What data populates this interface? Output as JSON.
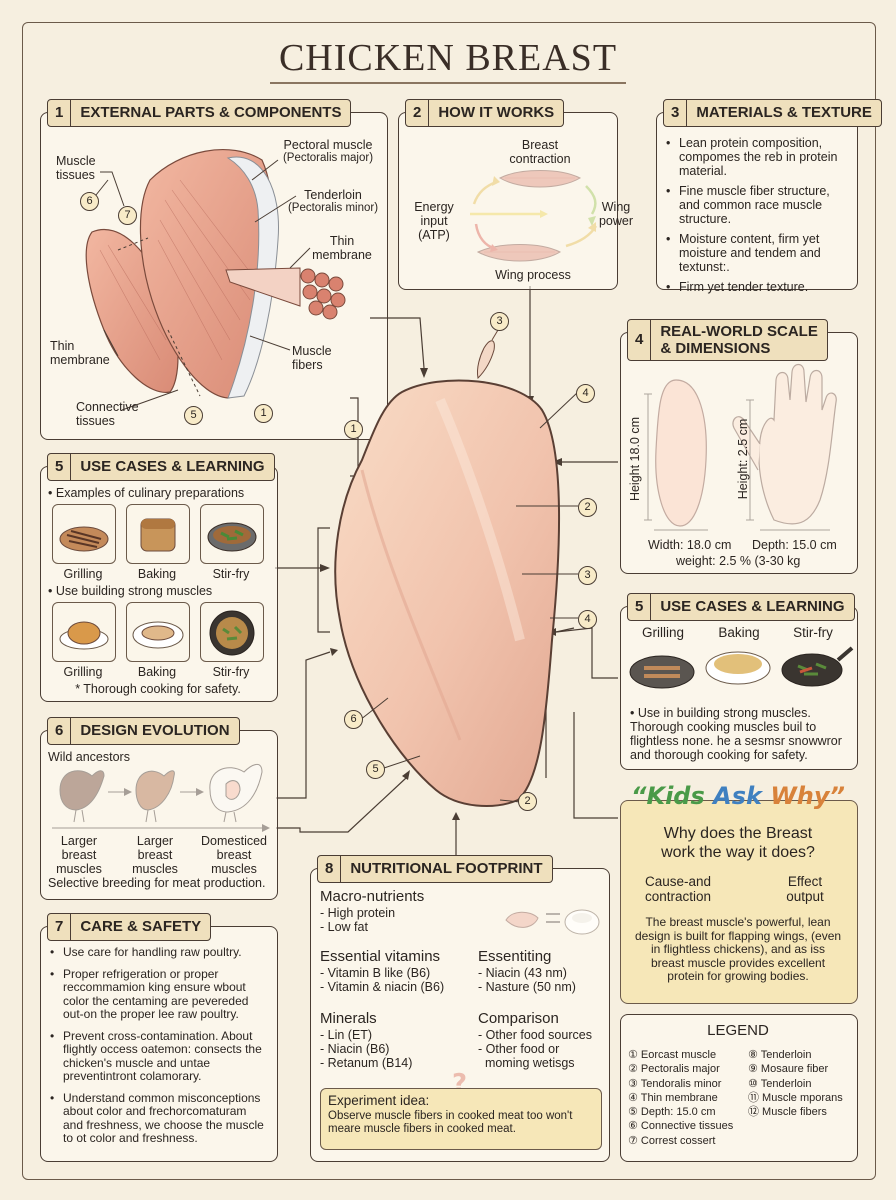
{
  "title": "CHICKEN BREAST",
  "panel1": {
    "num": "1",
    "label": "EXTERNAL PARTS & COMPONENTS",
    "pectoral": "Pectoral muscle",
    "pectoral_sub": "(Pectoralis major)",
    "muscle_tissues": "Muscle\ntissues",
    "tenderloin": "Tenderloin",
    "tenderloin_sub": "(Pectoralis minor)",
    "thin_membrane_a": "Thin\nmembrane",
    "thin_membrane_b": "Thin\nmembrane",
    "muscle_fibers": "Muscle\nfibers",
    "connective": "Connective\ntissues",
    "badges": [
      "6",
      "7",
      "5",
      "1"
    ]
  },
  "panel2": {
    "num": "2",
    "label": "HOW IT WORKS",
    "breast_contraction": "Breast\ncontraction",
    "energy_input": "Energy\ninput\n(ATP)",
    "wing_power": "Wing\npower",
    "wing_process": "Wing process"
  },
  "panel3": {
    "num": "3",
    "label": "MATERIALS & TEXTURE",
    "items": [
      "Lean protein composition, compomes the reb in protein material.",
      "Fine muscle fiber structure, and common race muscle structure.",
      "Moisture content, firm yet moisture and tendem and textunst:.",
      "Firm yet tender texture."
    ]
  },
  "panel4": {
    "num": "4",
    "label": "REAL-WORLD SCALE\n& DIMENSIONS",
    "height_left": "Height 18.0 cm",
    "height_right": "Height: 2.5 cm",
    "width": "Width: 18.0 cm",
    "depth": "Depth: 15.0 cm",
    "weight": "weight: 2.5 % (3-30 kg"
  },
  "panel5a": {
    "num": "5",
    "label": "USE CASES & LEARNING",
    "examples": "Examples of culinary preparations",
    "row1": [
      "Grilling",
      "Baking",
      "Stir-fry"
    ],
    "use_building": "Use building strong muscles",
    "row2": [
      "Grilling",
      "Baking",
      "Stir-fry"
    ],
    "note": "* Thorough cooking for safety."
  },
  "panel5b": {
    "num": "5",
    "label": "USE CASES & LEARNING",
    "labels": [
      "Grilling",
      "Baking",
      "Stir-fry"
    ],
    "text": "Use in building strong muscles. Thorough cooking muscles buil to flightless none. he a sesmsr snowwror and thorough cooking for safety."
  },
  "panel6": {
    "num": "6",
    "label": "DESIGN EVOLUTION",
    "wild": "Wild ancestors",
    "labels": [
      "Larger\nbreast\nmuscles",
      "Larger\nbreast\nmuscles",
      "Domesticed\nbreast\nmuscles"
    ],
    "note": "Selective breeding for meat production."
  },
  "panel7": {
    "num": "7",
    "label": "CARE & SAFETY",
    "items": [
      "Use care for handling raw poultry.",
      "Proper refrigeration or proper reccommamion king ensure wbout color the centaming are pevereded out-on the proper lee raw poultry.",
      "Prevent cross-contamination. About flightly occess oatemon: consects the chicken's muscle and untae preventintront colamorary.",
      "Understand common misconceptions about color and frechorcomaturam and freshness, we choose the muscle to ot color and freshness."
    ]
  },
  "panel8": {
    "num": "8",
    "label": "NUTRITIONAL FOOTPRINT",
    "macro_title": "Macro-nutrients",
    "macro": [
      "- High protein",
      "- Low fat"
    ],
    "vit_title": "Essential vitamins",
    "vit": [
      "- Vitamin B like (B6)",
      "- Vitamin & niacin (B6)"
    ],
    "ess_title": "Essentiting",
    "ess": [
      "- Niacin (43 nm)",
      "- Nasture (50 nm)"
    ],
    "min_title": "Minerals",
    "min": [
      "- Lin (ET)",
      "- Niacin (B6)",
      "- Retanum (B14)"
    ],
    "cmp_title": "Comparison",
    "cmp": [
      "- Other food sources",
      "- Other food or",
      "  moming wetisgs"
    ],
    "exp_title": "Experiment idea:",
    "exp_text": "Observe muscle fibers in cooked meat too won't meare muscle fibers in cooked meat."
  },
  "kids": {
    "title_parts": [
      {
        "text": "“Kids ",
        "color": "#4a9a48"
      },
      {
        "text": "Ask ",
        "color": "#3f80c0"
      },
      {
        "text": "Why”",
        "color": "#d8823a"
      }
    ],
    "question": "Why does the Breast\nwork the way it does?",
    "cause": "Cause-and\ncontraction",
    "effect": "Effect\noutput",
    "answer": "The breast muscle's powerful, lean design is built for flapping wings, (even in flightless chickens), and as iss breast muscle provides excellent protein for growing bodies."
  },
  "legend": {
    "title": "LEGEND",
    "col1": [
      "① Eorcast muscle",
      "② Pectoralis major",
      "③ Tendoralis minor",
      "④ Thin membrane",
      "⑤ Depth: 15.0 cm",
      "⑥ Connective tissues",
      "⑦ Correst cossert"
    ],
    "col2": [
      "⑧ Tenderloin",
      "⑨ Mosaure fiber",
      "⑩ Tenderloin",
      "⑪ Muscle mporans",
      "⑫ Muscle fibers"
    ]
  },
  "main_badges": [
    "3",
    "4",
    "1",
    "2",
    "3",
    "4",
    "6",
    "5",
    "2"
  ]
}
